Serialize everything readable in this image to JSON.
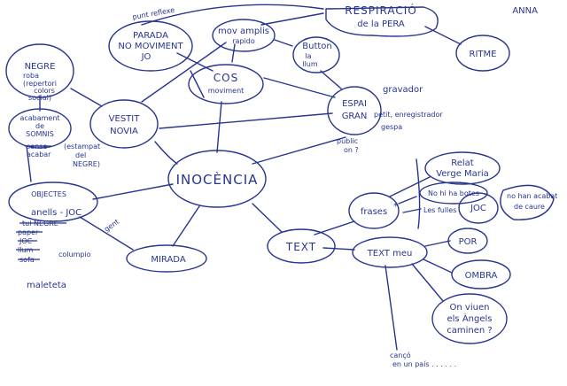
{
  "author": "ANNA",
  "nodes": {
    "negre": [
      "NEGRE",
      "roba",
      "(repertori",
      "colors",
      "social)"
    ],
    "parada": [
      "PARADA",
      "NO MOVIMENT",
      "JO"
    ],
    "movamplis": [
      "mov amplis",
      "rapido"
    ],
    "respiracio": [
      "RESPIRACIÓ",
      "de la PERA"
    ],
    "ritme": [
      "RITME"
    ],
    "cos": [
      "COS",
      "moviment"
    ],
    "button": [
      "Button",
      "la",
      "llum"
    ],
    "acabament": [
      "acabament",
      "de",
      "SOMNIS"
    ],
    "vestit": [
      "VESTIT",
      "NOVIA"
    ],
    "espai": [
      "ESPAI",
      "GRAN"
    ],
    "inocencia": [
      "INOCÈNCIA"
    ],
    "objectes": [
      "OBJECTES"
    ],
    "mirada": [
      "MIRADA"
    ],
    "text": [
      "TEXT"
    ],
    "textmeu": [
      "TEXT meu"
    ],
    "frases": [
      "frases"
    ],
    "relat": [
      "Relat",
      "Verge Maria"
    ],
    "nohihabotes": [
      "No hi ha botes"
    ],
    "joc": [
      "JOC"
    ],
    "por": [
      "POR"
    ],
    "ombra": [
      "OMBRA"
    ],
    "angels": [
      "On viuen",
      "els Àngels",
      "caminen ?"
    ]
  },
  "annotations": {
    "puntreflexe": "punt reflexe",
    "gravador": [
      "gravador",
      "petit, enregistrador",
      "gespa"
    ],
    "public": [
      "public",
      "on ?"
    ],
    "sensesacabar": [
      "sense",
      "acabar"
    ],
    "estampat": [
      "(estampat",
      "del",
      "NEGRE)"
    ],
    "anells": "anells - JOC",
    "tulnegre": "tul NEGRE",
    "paper": "paper",
    "joc_struck": "JOC",
    "llum": "llum",
    "sofa": "sofa",
    "columpio": "columpio",
    "maleta": "maleteta",
    "gent": "gent",
    "lesfulles": "Les fulles",
    "nohanacabat": [
      "no han acabat",
      "de caure"
    ],
    "canco": [
      "cançó",
      "en un país . . . . . ."
    ],
    "asterisk": "*"
  },
  "colors": {
    "ink": "#27358f",
    "background": "#ffffff"
  }
}
